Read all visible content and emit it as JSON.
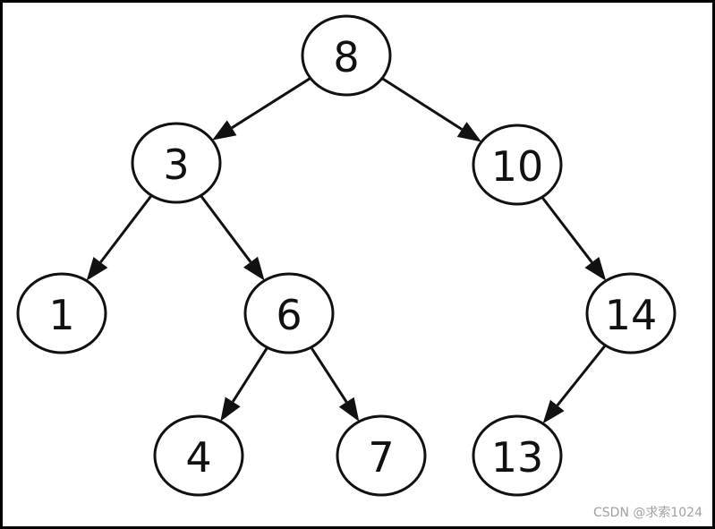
{
  "tree": {
    "nodes": [
      {
        "id": "n8",
        "label": "8"
      },
      {
        "id": "n3",
        "label": "3"
      },
      {
        "id": "n10",
        "label": "10"
      },
      {
        "id": "n1",
        "label": "1"
      },
      {
        "id": "n6",
        "label": "6"
      },
      {
        "id": "n14",
        "label": "14"
      },
      {
        "id": "n4",
        "label": "4"
      },
      {
        "id": "n7",
        "label": "7"
      },
      {
        "id": "n13",
        "label": "13"
      }
    ],
    "edges": [
      {
        "from": "n8",
        "to": "n3"
      },
      {
        "from": "n8",
        "to": "n10"
      },
      {
        "from": "n3",
        "to": "n1"
      },
      {
        "from": "n3",
        "to": "n6"
      },
      {
        "from": "n10",
        "to": "n14"
      },
      {
        "from": "n6",
        "to": "n4"
      },
      {
        "from": "n6",
        "to": "n7"
      },
      {
        "from": "n14",
        "to": "n13"
      }
    ]
  },
  "watermark": "CSDN @求索1024"
}
